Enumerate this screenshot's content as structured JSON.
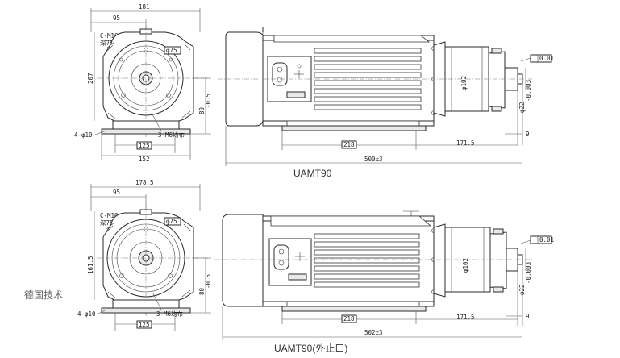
{
  "top": {
    "caption": "UAMT90",
    "front": {
      "dim_overall_width": "181",
      "dim_half_width": "95",
      "dim_height": "207",
      "flange_note_line1": "C-M10X20",
      "flange_note_line2": "深75均布",
      "tag": "φ75",
      "dim_shaft_height": "80",
      "dim_shaft_height_tol": "-0.5",
      "hole_note": "3-M6均布",
      "foot_note": "4-φ10",
      "dim_foot_spacing": "125",
      "dim_foot_width": "152"
    },
    "side": {
      "dim_body_dia": "φ102",
      "dim_shaft_dia": "φ22",
      "dim_shaft_tol": "-0.003",
      "dim_foot_length": "218",
      "dim_front_length": "171.5",
      "dim_total_length": "500±3",
      "dim_shaft_end": "9",
      "tol_box": "0.01"
    }
  },
  "bottom": {
    "caption": "UAMT90(外止口)",
    "front": {
      "dim_overall_width": "178.5",
      "dim_half_width": "95",
      "dim_height": "161.5",
      "flange_note_line1": "C-M10X20",
      "flange_note_line2": "深75均布",
      "tag": "φ75",
      "dim_shaft_height": "80",
      "dim_shaft_height_tol": "-0.5",
      "hole_note": "3-M6均布",
      "foot_note": "4-φ10",
      "dim_foot_spacing": "125"
    },
    "side": {
      "dim_body_dia": "φ102",
      "dim_shaft_dia": "φ22",
      "dim_shaft_tol": "-0.003",
      "dim_foot_length": "218",
      "dim_front_length": "171.5",
      "dim_total_length": "502±3",
      "dim_shaft_end": "9",
      "tol_box": "0.01"
    }
  },
  "side_text": "德国技术"
}
